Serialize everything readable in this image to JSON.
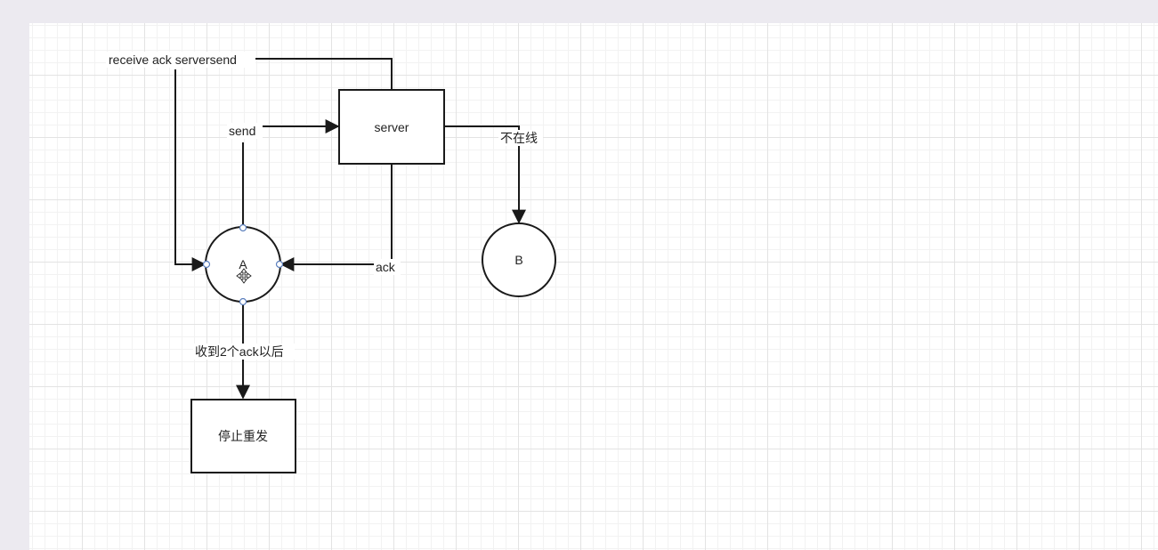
{
  "diagram": {
    "nodes": {
      "server": "server",
      "a": "A",
      "b": "B",
      "stop": "停止重发"
    },
    "edges": {
      "receive_ack": "receive ack serversend",
      "send": "send",
      "offline": "不在线",
      "ack": "ack",
      "after_two_acks": "收到2个ack以后"
    }
  },
  "colors": {
    "stroke": "#1a1a1a",
    "canvas": "#ffffff",
    "grid": "#e3e3e3",
    "selection_handle": "#5b7fbd"
  }
}
